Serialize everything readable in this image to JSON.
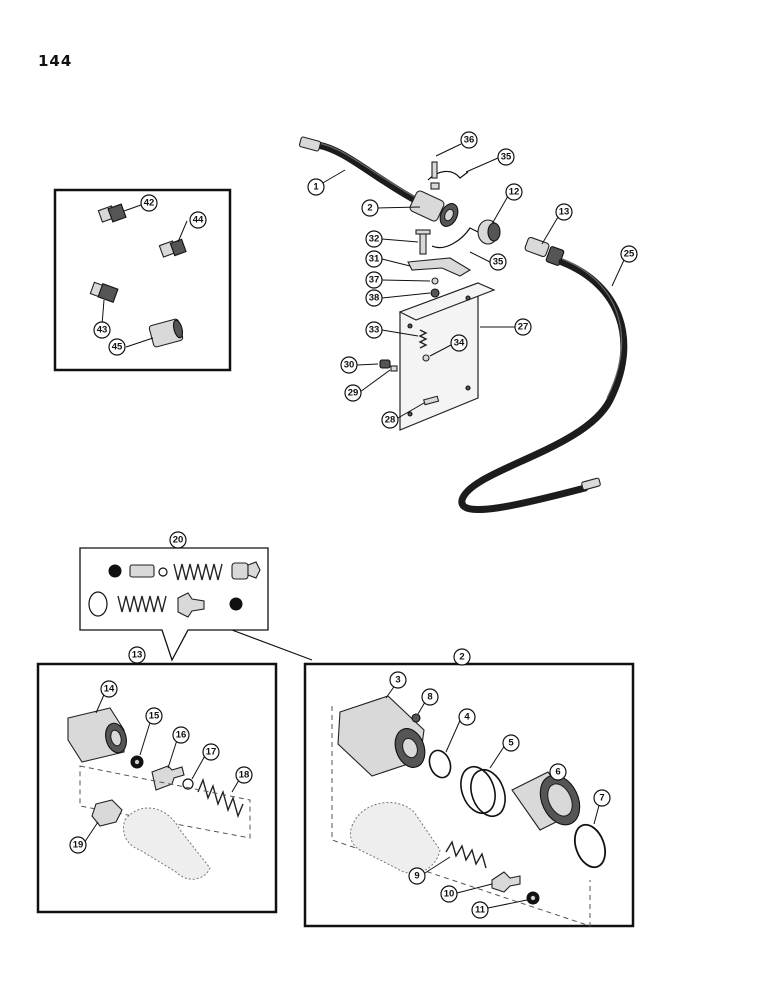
{
  "page": {
    "number": "144"
  },
  "callouts": {
    "c1": "1",
    "c2": "2",
    "c3": "3",
    "c4": "4",
    "c5": "5",
    "c6": "6",
    "c7": "7",
    "c8": "8",
    "c9": "9",
    "c10": "10",
    "c11": "11",
    "c12": "12",
    "c13": "13",
    "c14": "14",
    "c15": "15",
    "c16": "16",
    "c17": "17",
    "c18": "18",
    "c19": "19",
    "c20": "20",
    "c25": "25",
    "c27": "27",
    "c28": "28",
    "c29": "29",
    "c30": "30",
    "c31": "31",
    "c32": "32",
    "c33": "33",
    "c34": "34",
    "c35a": "35",
    "c35b": "35",
    "c36": "36",
    "c37": "37",
    "c38": "38",
    "c42": "42",
    "c43": "43",
    "c44": "44",
    "c45": "45",
    "box13": "13",
    "box2": "2"
  },
  "colors": {
    "ink": "#111111",
    "paper": "#ffffff"
  }
}
